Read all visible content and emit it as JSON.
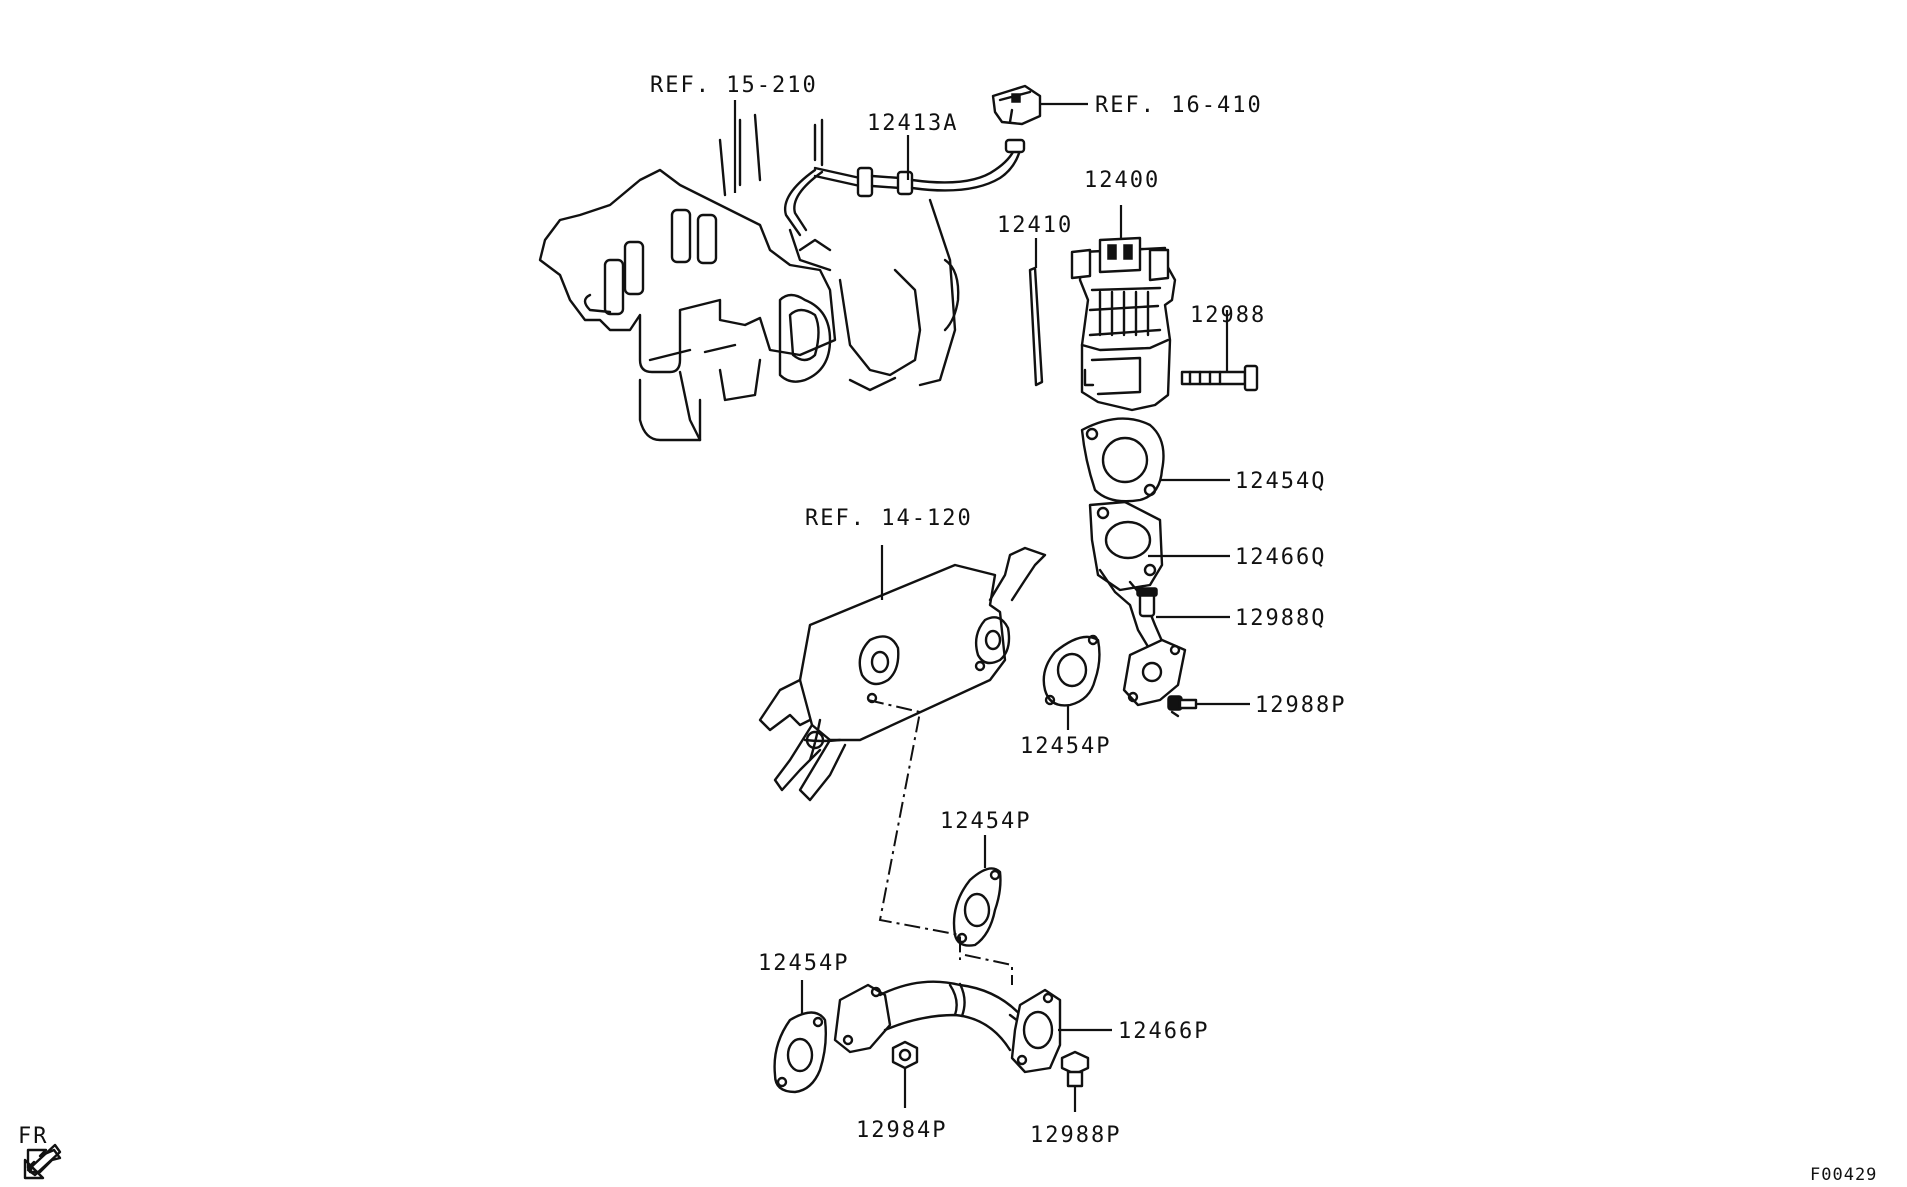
{
  "labels": {
    "ref_15_210": "REF. 15-210",
    "ref_16_410": "REF. 16-410",
    "ref_14_120": "REF. 14-120",
    "p12413A": "12413A",
    "p12400": "12400",
    "p12410": "12410",
    "p12988": "12988",
    "p12454Q": "12454Q",
    "p12466Q": "12466Q",
    "p12988Q": "12988Q",
    "p12988P_a": "12988P",
    "p12454P_a": "12454P",
    "p12454P_b": "12454P",
    "p12454P_c": "12454P",
    "p12466P": "12466P",
    "p12984P": "12984P",
    "p12988P_b": "12988P",
    "fr": "FR",
    "figure_code": "F00429"
  },
  "icons": {
    "direction": "fr-arrow-icon"
  },
  "colors": {
    "line": "#111111",
    "background": "#ffffff"
  }
}
